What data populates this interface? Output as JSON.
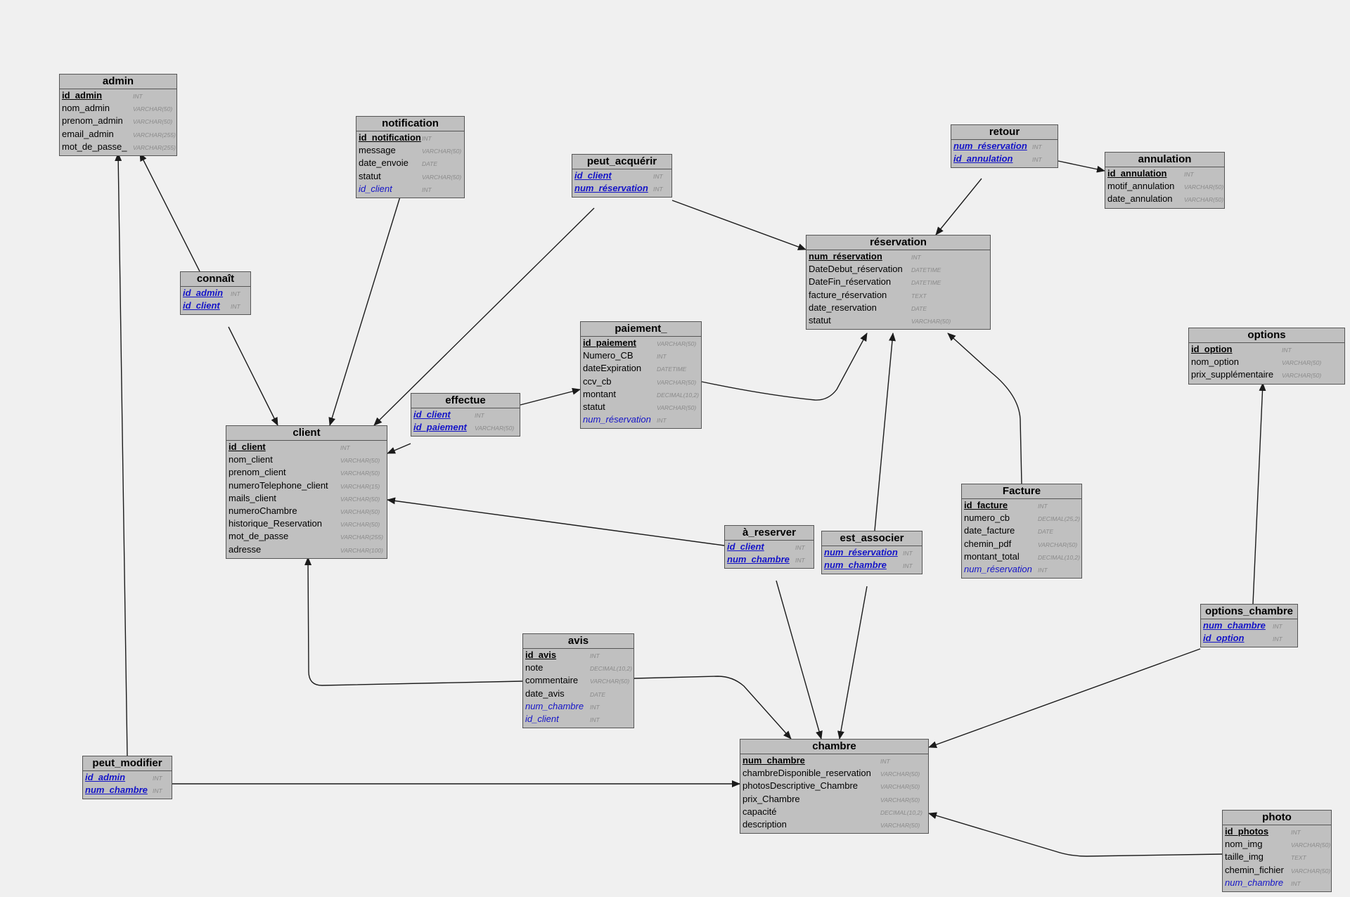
{
  "entities": [
    {
      "id": "admin",
      "title": "admin",
      "fields": [
        {
          "name": "id_admin",
          "type": "INT",
          "pk": true,
          "fk": false
        },
        {
          "name": "nom_admin",
          "type": "VARCHAR(50)",
          "pk": false,
          "fk": false
        },
        {
          "name": "prenom_admin",
          "type": "VARCHAR(50)",
          "pk": false,
          "fk": false
        },
        {
          "name": "email_admin",
          "type": "VARCHAR(255)",
          "pk": false,
          "fk": false
        },
        {
          "name": "mot_de_passe_",
          "type": "VARCHAR(255)",
          "pk": false,
          "fk": false
        }
      ]
    },
    {
      "id": "notification",
      "title": "notification",
      "fields": [
        {
          "name": "id_notification",
          "type": "INT",
          "pk": true,
          "fk": false
        },
        {
          "name": "message",
          "type": "VARCHAR(50)",
          "pk": false,
          "fk": false
        },
        {
          "name": "date_envoie",
          "type": "DATE",
          "pk": false,
          "fk": false
        },
        {
          "name": "statut",
          "type": "VARCHAR(50)",
          "pk": false,
          "fk": false
        },
        {
          "name": "id_client",
          "type": "INT",
          "pk": false,
          "fk": true
        }
      ]
    },
    {
      "id": "peut_acquerir",
      "title": "peut_acquérir",
      "fields": [
        {
          "name": "id_client",
          "type": "INT",
          "pk": true,
          "fk": true
        },
        {
          "name": "num_réservation",
          "type": "INT",
          "pk": true,
          "fk": true
        }
      ]
    },
    {
      "id": "retour",
      "title": "retour",
      "fields": [
        {
          "name": "num_réservation",
          "type": "INT",
          "pk": true,
          "fk": true
        },
        {
          "name": "id_annulation",
          "type": "INT",
          "pk": true,
          "fk": true
        }
      ]
    },
    {
      "id": "annulation",
      "title": "annulation",
      "fields": [
        {
          "name": "id_annulation",
          "type": "INT",
          "pk": true,
          "fk": false
        },
        {
          "name": "motif_annulation",
          "type": "VARCHAR(50)",
          "pk": false,
          "fk": false
        },
        {
          "name": "date_annulation",
          "type": "VARCHAR(50)",
          "pk": false,
          "fk": false
        }
      ]
    },
    {
      "id": "reservation",
      "title": "réservation",
      "fields": [
        {
          "name": "num_réservation",
          "type": "INT",
          "pk": true,
          "fk": false
        },
        {
          "name": "DateDebut_réservation",
          "type": "DATETIME",
          "pk": false,
          "fk": false
        },
        {
          "name": "DateFin_réservation",
          "type": "DATETIME",
          "pk": false,
          "fk": false
        },
        {
          "name": "facture_réservation",
          "type": "TEXT",
          "pk": false,
          "fk": false
        },
        {
          "name": "date_reservation",
          "type": "DATE",
          "pk": false,
          "fk": false
        },
        {
          "name": "statut",
          "type": "VARCHAR(50)",
          "pk": false,
          "fk": false
        }
      ]
    },
    {
      "id": "connait",
      "title": "connaît",
      "fields": [
        {
          "name": "id_admin",
          "type": "INT",
          "pk": true,
          "fk": true
        },
        {
          "name": "id_client",
          "type": "INT",
          "pk": true,
          "fk": true
        }
      ]
    },
    {
      "id": "paiement",
      "title": "paiement_",
      "fields": [
        {
          "name": "id_paiement",
          "type": "VARCHAR(50)",
          "pk": true,
          "fk": false
        },
        {
          "name": "Numero_CB",
          "type": "INT",
          "pk": false,
          "fk": false
        },
        {
          "name": "dateExpiration",
          "type": "DATETIME",
          "pk": false,
          "fk": false
        },
        {
          "name": "ccv_cb",
          "type": "VARCHAR(50)",
          "pk": false,
          "fk": false
        },
        {
          "name": "montant",
          "type": "DECIMAL(10,2)",
          "pk": false,
          "fk": false
        },
        {
          "name": "statut",
          "type": "VARCHAR(50)",
          "pk": false,
          "fk": false
        },
        {
          "name": "num_réservation",
          "type": "INT",
          "pk": false,
          "fk": true
        }
      ]
    },
    {
      "id": "options",
      "title": "options",
      "fields": [
        {
          "name": "id_option",
          "type": "INT",
          "pk": true,
          "fk": false
        },
        {
          "name": "nom_option",
          "type": "VARCHAR(50)",
          "pk": false,
          "fk": false
        },
        {
          "name": "prix_supplémentaire",
          "type": "VARCHAR(50)",
          "pk": false,
          "fk": false
        }
      ]
    },
    {
      "id": "effectue",
      "title": "effectue",
      "fields": [
        {
          "name": "id_client",
          "type": "INT",
          "pk": true,
          "fk": true
        },
        {
          "name": "id_paiement",
          "type": "VARCHAR(50)",
          "pk": true,
          "fk": true
        }
      ]
    },
    {
      "id": "client",
      "title": "client",
      "fields": [
        {
          "name": "id_client",
          "type": "INT",
          "pk": true,
          "fk": false
        },
        {
          "name": "nom_client",
          "type": "VARCHAR(50)",
          "pk": false,
          "fk": false
        },
        {
          "name": "prenom_client",
          "type": "VARCHAR(50)",
          "pk": false,
          "fk": false
        },
        {
          "name": "numeroTelephone_client",
          "type": "VARCHAR(15)",
          "pk": false,
          "fk": false
        },
        {
          "name": "mails_client",
          "type": "VARCHAR(50)",
          "pk": false,
          "fk": false
        },
        {
          "name": "numeroChambre",
          "type": "VARCHAR(50)",
          "pk": false,
          "fk": false
        },
        {
          "name": "historique_Reservation",
          "type": "VARCHAR(50)",
          "pk": false,
          "fk": false
        },
        {
          "name": "mot_de_passe",
          "type": "VARCHAR(255)",
          "pk": false,
          "fk": false
        },
        {
          "name": "adresse",
          "type": "VARCHAR(100)",
          "pk": false,
          "fk": false
        }
      ]
    },
    {
      "id": "facture",
      "title": "Facture",
      "fields": [
        {
          "name": "id_facture",
          "type": "INT",
          "pk": true,
          "fk": false
        },
        {
          "name": "numero_cb",
          "type": "DECIMAL(25,2)",
          "pk": false,
          "fk": false
        },
        {
          "name": "date_facture",
          "type": "DATE",
          "pk": false,
          "fk": false
        },
        {
          "name": "chemin_pdf",
          "type": "VARCHAR(50)",
          "pk": false,
          "fk": false
        },
        {
          "name": "montant_total",
          "type": "DECIMAL(10,2)",
          "pk": false,
          "fk": false
        },
        {
          "name": "num_réservation",
          "type": "INT",
          "pk": false,
          "fk": true
        }
      ]
    },
    {
      "id": "a_reserver",
      "title": "à_reserver",
      "fields": [
        {
          "name": "id_client",
          "type": "INT",
          "pk": true,
          "fk": true
        },
        {
          "name": "num_chambre",
          "type": "INT",
          "pk": true,
          "fk": true
        }
      ]
    },
    {
      "id": "est_associer",
      "title": "est_associer",
      "fields": [
        {
          "name": "num_réservation",
          "type": "INT",
          "pk": true,
          "fk": true
        },
        {
          "name": "num_chambre",
          "type": "INT",
          "pk": true,
          "fk": true
        }
      ]
    },
    {
      "id": "options_chambre",
      "title": "options_chambre",
      "fields": [
        {
          "name": "num_chambre",
          "type": "INT",
          "pk": true,
          "fk": true
        },
        {
          "name": "id_option",
          "type": "INT",
          "pk": true,
          "fk": true
        }
      ]
    },
    {
      "id": "avis",
      "title": "avis",
      "fields": [
        {
          "name": "id_avis",
          "type": "INT",
          "pk": true,
          "fk": false
        },
        {
          "name": "note",
          "type": "DECIMAL(10,2)",
          "pk": false,
          "fk": false
        },
        {
          "name": "commentaire",
          "type": "VARCHAR(50)",
          "pk": false,
          "fk": false
        },
        {
          "name": "date_avis",
          "type": "DATE",
          "pk": false,
          "fk": false
        },
        {
          "name": "num_chambre",
          "type": "INT",
          "pk": false,
          "fk": true
        },
        {
          "name": "id_client",
          "type": "INT",
          "pk": false,
          "fk": true
        }
      ]
    },
    {
      "id": "chambre",
      "title": "chambre",
      "fields": [
        {
          "name": "num_chambre",
          "type": "INT",
          "pk": true,
          "fk": false
        },
        {
          "name": "chambreDisponible_reservation",
          "type": "VARCHAR(50)",
          "pk": false,
          "fk": false
        },
        {
          "name": "photosDescriptive_Chambre",
          "type": "VARCHAR(50)",
          "pk": false,
          "fk": false
        },
        {
          "name": "prix_Chambre",
          "type": "VARCHAR(50)",
          "pk": false,
          "fk": false
        },
        {
          "name": "capacité",
          "type": "DECIMAL(10,2)",
          "pk": false,
          "fk": false
        },
        {
          "name": "description",
          "type": "VARCHAR(50)",
          "pk": false,
          "fk": false
        }
      ]
    },
    {
      "id": "peut_modifier",
      "title": "peut_modifier",
      "fields": [
        {
          "name": "id_admin",
          "type": "INT",
          "pk": true,
          "fk": true
        },
        {
          "name": "num_chambre",
          "type": "INT",
          "pk": true,
          "fk": true
        }
      ]
    },
    {
      "id": "photo",
      "title": "photo",
      "fields": [
        {
          "name": "id_photos",
          "type": "INT",
          "pk": true,
          "fk": false
        },
        {
          "name": "nom_img",
          "type": "VARCHAR(50)",
          "pk": false,
          "fk": false
        },
        {
          "name": "taille_img",
          "type": "TEXT",
          "pk": false,
          "fk": false
        },
        {
          "name": "chemin_fichier",
          "type": "VARCHAR(50)",
          "pk": false,
          "fk": false
        },
        {
          "name": "num_chambre",
          "type": "INT",
          "pk": false,
          "fk": true
        }
      ]
    }
  ],
  "relationships": [
    {
      "from": "connait",
      "to": "admin"
    },
    {
      "from": "connait",
      "to": "client"
    },
    {
      "from": "notification",
      "to": "client"
    },
    {
      "from": "peut_acquerir",
      "to": "client"
    },
    {
      "from": "peut_acquerir",
      "to": "reservation"
    },
    {
      "from": "retour",
      "to": "reservation"
    },
    {
      "from": "retour",
      "to": "annulation"
    },
    {
      "from": "effectue",
      "to": "client"
    },
    {
      "from": "effectue",
      "to": "paiement"
    },
    {
      "from": "paiement",
      "to": "reservation"
    },
    {
      "from": "a_reserver",
      "to": "client"
    },
    {
      "from": "a_reserver",
      "to": "chambre"
    },
    {
      "from": "est_associer",
      "to": "reservation"
    },
    {
      "from": "est_associer",
      "to": "chambre"
    },
    {
      "from": "facture",
      "to": "reservation"
    },
    {
      "from": "options_chambre",
      "to": "options"
    },
    {
      "from": "options_chambre",
      "to": "chambre"
    },
    {
      "from": "avis",
      "to": "client"
    },
    {
      "from": "avis",
      "to": "chambre"
    },
    {
      "from": "peut_modifier",
      "to": "admin"
    },
    {
      "from": "peut_modifier",
      "to": "chambre"
    },
    {
      "from": "photo",
      "to": "chambre"
    }
  ]
}
